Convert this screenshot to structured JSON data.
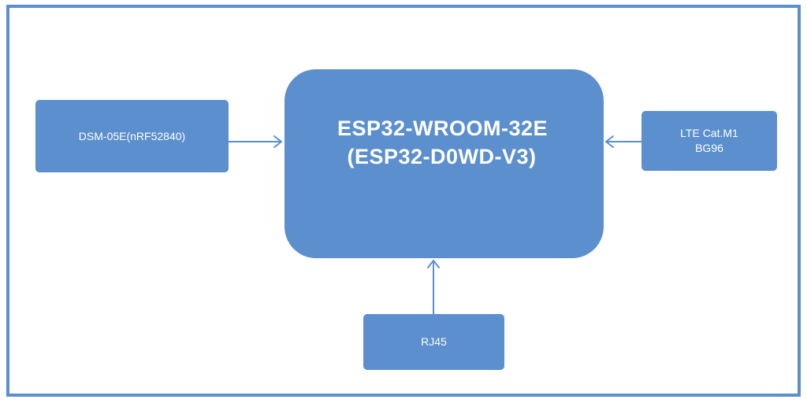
{
  "colors": {
    "block_fill": "#5b8fcd",
    "frame_border": "#5b8fcd",
    "block_text": "#ffffff"
  },
  "blocks": {
    "center": {
      "line1": "ESP32-WROOM-32E",
      "line2": "(ESP32-D0WD-V3)"
    },
    "left": {
      "label": "DSM-05E(nRF52840)"
    },
    "right": {
      "line1": "LTE Cat.M1",
      "line2": "BG96"
    },
    "bottom": {
      "label": "RJ45"
    }
  },
  "connections": [
    {
      "from": "left",
      "to": "center"
    },
    {
      "from": "right",
      "to": "center"
    },
    {
      "from": "bottom",
      "to": "center"
    }
  ]
}
